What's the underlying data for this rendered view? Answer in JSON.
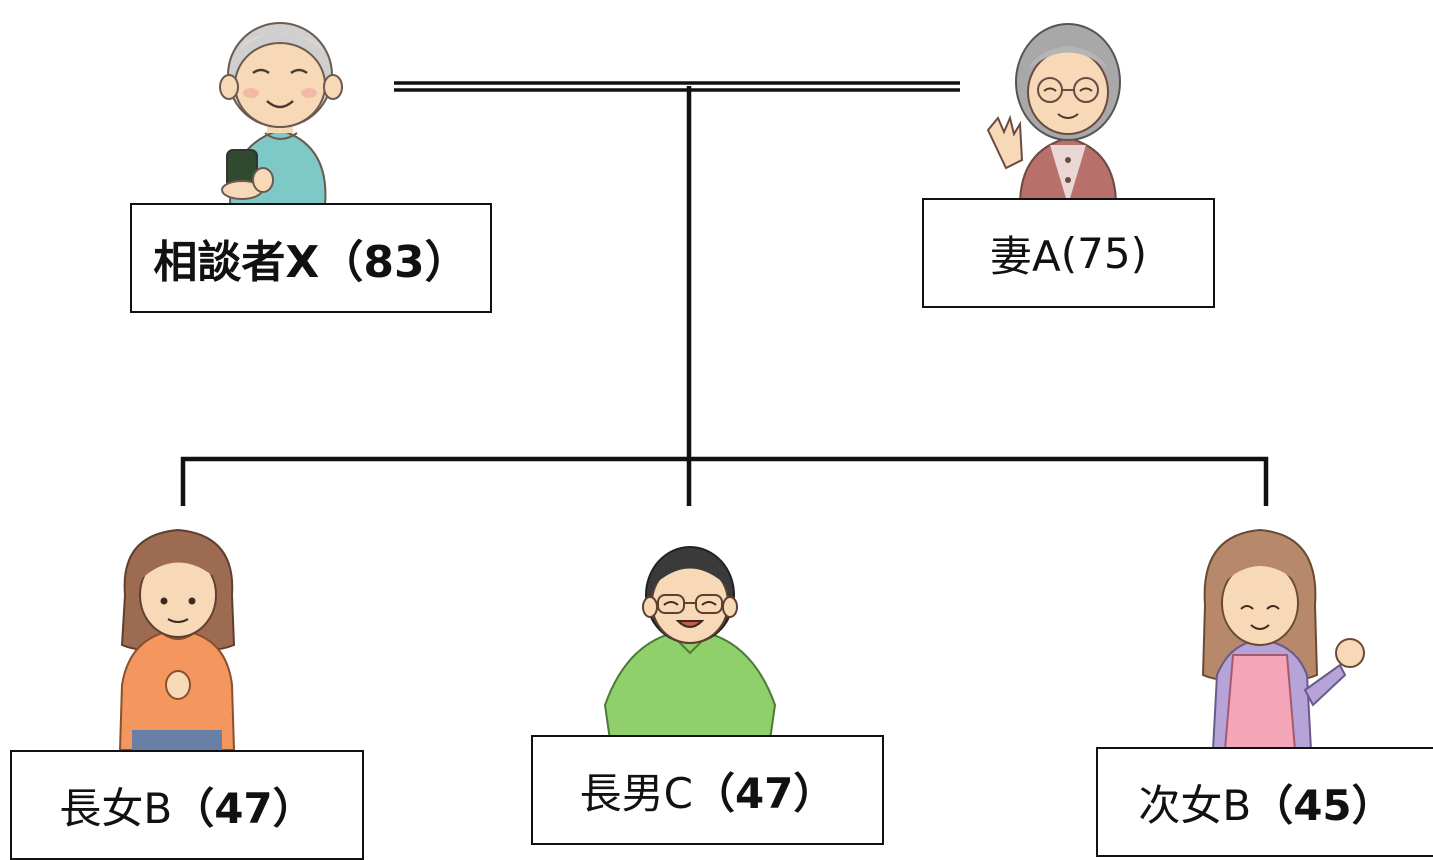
{
  "people": {
    "father": {
      "name": "相談者X",
      "age": "（83）",
      "icon": "elderly-man-holding-cup"
    },
    "mother": {
      "name": "妻A",
      "age": "(75)",
      "icon": "elderly-woman-waving"
    },
    "eldest_daughter": {
      "name": "長女B",
      "age": "（47）",
      "icon": "woman-orange-sweater"
    },
    "eldest_son": {
      "name": "長男C",
      "age": "（47）",
      "icon": "man-glasses-green-sweater"
    },
    "second_daughter": {
      "name": "次女B",
      "age": "（45）",
      "icon": "woman-pink-apron-waving"
    }
  },
  "colors": {
    "line": "#111111",
    "father_shirt": "#7ec8c8",
    "mother_cardigan": "#b8706a",
    "daughter1_sweater": "#f4975f",
    "son_sweater": "#8fd06a",
    "daughter2_apron": "#f4a6b8"
  }
}
